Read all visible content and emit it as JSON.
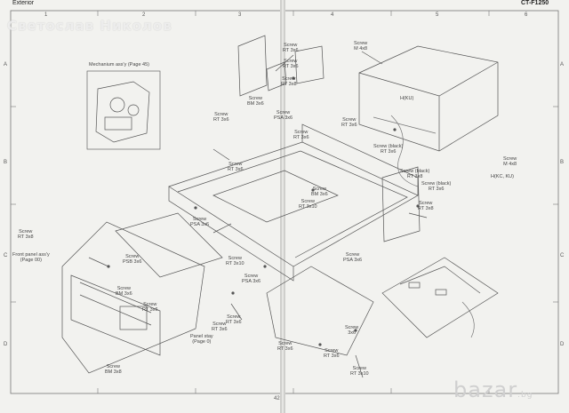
{
  "header": {
    "left_title": "Exterior",
    "right_title": "CT-F1250",
    "watermark": "Светослав Николов",
    "page_number": "42"
  },
  "grid": {
    "columns": [
      "1",
      "2",
      "3",
      "4",
      "5",
      "6"
    ],
    "rows": [
      "A",
      "B",
      "C",
      "D"
    ]
  },
  "labels": {
    "mechanism": "Mechanium ass'y (Page 45)",
    "screw_rt3x6_top": "Screw\nRT 3x6",
    "screw_m4x8_top": "Screw\nM 4x8",
    "screw_rt3x6_a": "Screw\nRT 3x6",
    "screw_rt3x8": "Screw\nRT 3x8",
    "screw_bm3x6_a": "Screw\nBM 3x6",
    "screw_psa3x6_top": "Screw\nPSA 3x6",
    "screw_rt3x6_b": "Screw\nRT 3x6",
    "screw_rt3x6_c": "Screw\nRT 3x6",
    "hku1": "H(KU)",
    "screw_rt3x6_d": "Screw\nRT 3x6",
    "screw_black_1": "Screw (black)\nRT 3x6",
    "screw_m4x8_right": "Screw\nM 4x8",
    "screw_black_2": "Screw (black)\nRT 3x8",
    "hkcku": "H(KC, KU)",
    "screw_rt3x6_e": "Screw\nRT 3x6",
    "screw_bm3x6_b": "Screw\nBM 3x6",
    "screw_rt3x10_a": "Screw\nRT 3x10",
    "screw_black_3": "Screw (black)\nRT 3x6",
    "screw_rt3x8_b": "Screw\nRT 3x8",
    "screw_psa3x6_a": "Screw\nPSA 3x6",
    "screw_rt3x8_left": "Screw\nRT 3x8",
    "front_panel": "Front panel ass'y\n(Page 00)",
    "screw_psb3x6": "Screw\nPSB 3x6",
    "screw_rt3x10_b": "Screw\nRT 3x10",
    "screw_psa3x6_b": "Screw\nPSA 3x6",
    "screw_psa3x6_c": "Screw\nPSA 3x6",
    "screw_bm3x6_c": "Screw\nBM 3x6",
    "screw_rt3x6_f": "Screw\nRT 3x6",
    "screw_rt3x6_g": "Screw\nRT 3x6",
    "screw_rt3x6_h": "Screw\nRT 3x6",
    "panel_stay": "Panel stay\n(Page 0)",
    "screw_bm3x8": "Screw\nBM 3x8",
    "screw_rt3x6_i": "Screw\nRT 3x6",
    "screw_rt3x6_j": "Screw\nRT 3x6",
    "screw_3x6": "Screw\n3x6",
    "screw_rt3x10_c": "Screw\nRT 3x10"
  },
  "logo": {
    "name": "bazar",
    "suffix": ".bg"
  },
  "colors": {
    "paper": "#f2f2ef",
    "ink": "#444444",
    "grid": "#777777"
  }
}
